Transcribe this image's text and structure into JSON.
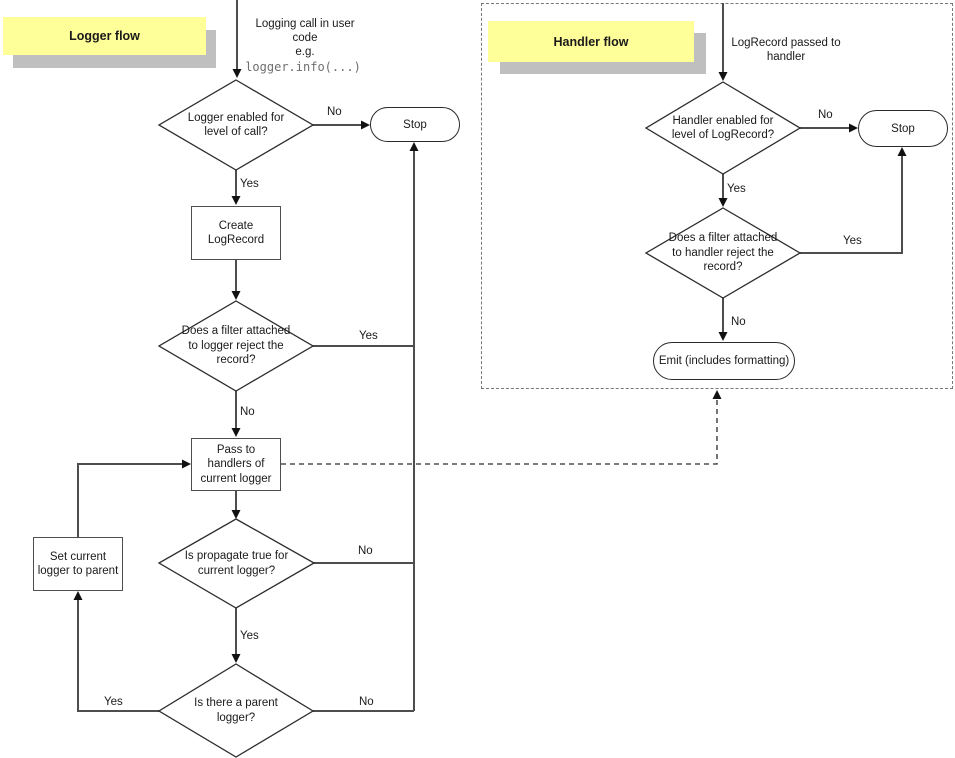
{
  "colors": {
    "label_bg": "#FFFF99",
    "label_shadow": "#BFBFBF",
    "line": "#4D4D4D",
    "text": "#1A1A1A",
    "code": "#6E6E6E",
    "dashed_border": "#777777"
  },
  "logger_flow": {
    "title": "Logger flow",
    "entry_caption": "Logging call in user\ncode\ne.g.",
    "entry_code": "logger.info(...)",
    "decision_level": "Logger enabled for\nlevel of call?",
    "stop": "Stop",
    "create_record": "Create\nLogRecord",
    "decision_filter": "Does a filter attached\nto logger reject the\nrecord?",
    "pass_handlers": "Pass to\nhandlers of\ncurrent logger",
    "decision_propagate": "Is propagate true for\ncurrent logger?",
    "decision_parent": "Is there a parent\nlogger?",
    "set_parent": "Set current\nlogger to parent",
    "labels": {
      "level_no": "No",
      "level_yes": "Yes",
      "filter_yes": "Yes",
      "filter_no": "No",
      "propagate_no": "No",
      "propagate_yes": "Yes",
      "parent_yes": "Yes",
      "parent_no": "No"
    }
  },
  "handler_flow": {
    "title": "Handler flow",
    "entry_caption": "LogRecord passed to\nhandler",
    "decision_level": "Handler enabled for\nlevel of LogRecord?",
    "stop": "Stop",
    "decision_filter": "Does a filter attached\nto handler reject the\nrecord?",
    "emit": "Emit (includes formatting)",
    "labels": {
      "level_no": "No",
      "level_yes": "Yes",
      "filter_yes": "Yes",
      "filter_no": "No"
    }
  }
}
